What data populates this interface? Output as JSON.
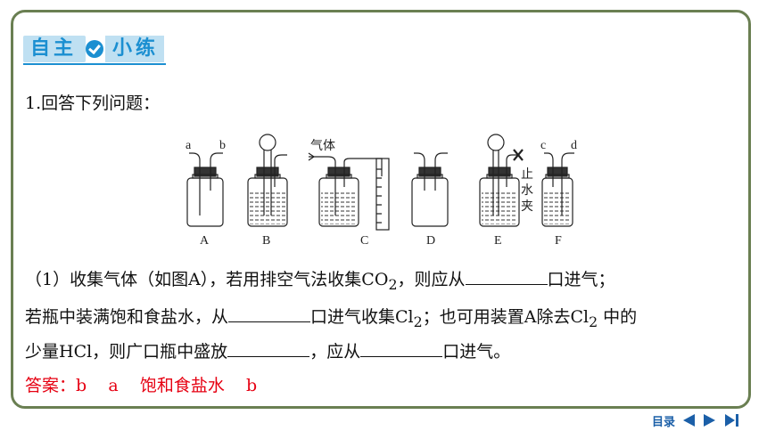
{
  "badge": {
    "left": "自主",
    "right": "小练"
  },
  "question": {
    "title": "1.回答下列问题："
  },
  "figure": {
    "labels": [
      "A",
      "B",
      "C",
      "D",
      "E",
      "F"
    ],
    "tube_a": "a",
    "tube_b": "b",
    "tube_c": "c",
    "tube_d": "d",
    "gas": "气体",
    "clip": [
      "止",
      "水",
      "夹"
    ]
  },
  "text": {
    "p1_a": "（1）收集气体（如图A），若用排空气法收集CO",
    "p1_sub": "2",
    "p1_b": "，则应从",
    "p1_c": "口进气；",
    "p2_a": "若瓶中装满饱和食盐水，从",
    "p2_b": "口进气收集Cl",
    "p2_sub": "2",
    "p2_c": "；也可用装置A除去Cl",
    "p2_sub2": "2",
    "p2_d": " 中的",
    "p3_a": "少量HCl，则广口瓶中盛放",
    "p3_b": "，应从",
    "p3_c": "口进气。"
  },
  "answer": {
    "label": "答案：",
    "values": [
      "b",
      "a",
      "饱和食盐水",
      "b"
    ]
  },
  "nav": {
    "label": "目录"
  }
}
